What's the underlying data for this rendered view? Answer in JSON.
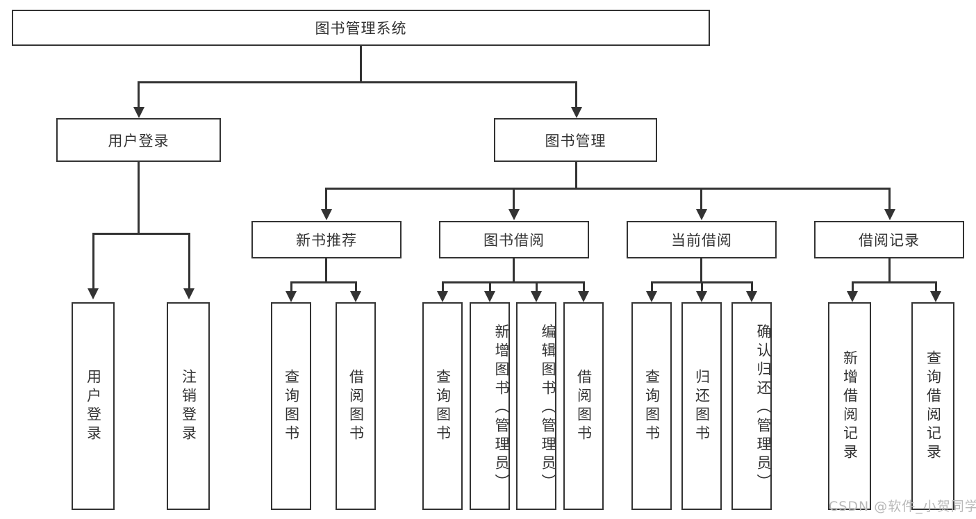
{
  "diagram": {
    "type": "tree-hierarchy",
    "title": "图书管理系统",
    "root": {
      "label": "图书管理系统"
    },
    "level2": [
      {
        "label": "用户登录"
      },
      {
        "label": "图书管理"
      }
    ],
    "level3": [
      {
        "label": "新书推荐"
      },
      {
        "label": "图书借阅"
      },
      {
        "label": "当前借阅"
      },
      {
        "label": "借阅记录"
      }
    ],
    "leaves": {
      "user_login": [
        {
          "label": "用户登录"
        },
        {
          "label": "注销登录"
        }
      ],
      "new_book_recommend": [
        {
          "label": "查询图书"
        },
        {
          "label": "借阅图书"
        }
      ],
      "book_borrow": [
        {
          "label": "查询图书"
        },
        {
          "label": "新增图书（管理员）"
        },
        {
          "label": "编辑图书（管理员）"
        },
        {
          "label": "借阅图书"
        }
      ],
      "current_borrow": [
        {
          "label": "查询图书"
        },
        {
          "label": "归还图书"
        },
        {
          "label": "确认归还（管理员）"
        }
      ],
      "borrow_record": [
        {
          "label": "新增借阅记录"
        },
        {
          "label": "查询借阅记录"
        }
      ]
    }
  },
  "watermark": {
    "text": "CSDN @软件_小贺同学"
  },
  "colors": {
    "stroke": "#333333",
    "fill": "#ffffff",
    "watermark": "#b9b9b9"
  }
}
